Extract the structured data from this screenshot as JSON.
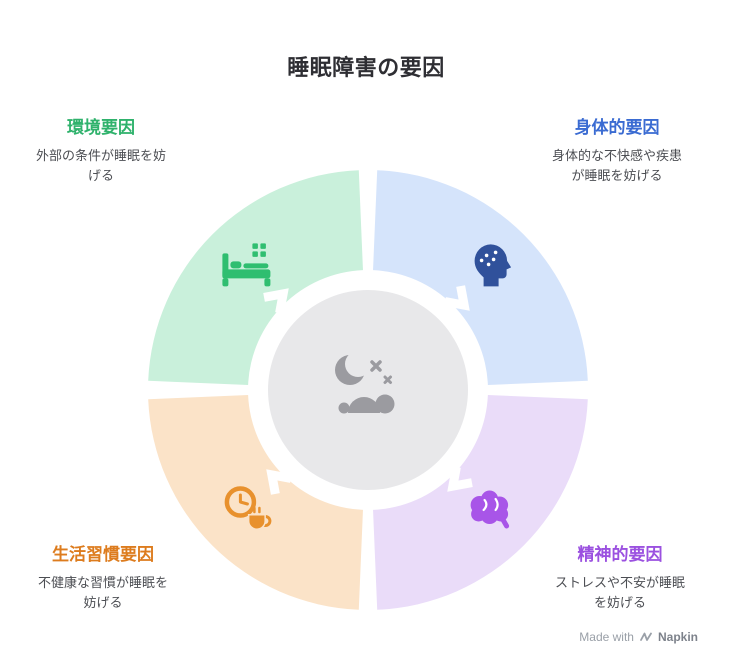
{
  "title": "睡眠障害の要因",
  "quadrants": [
    {
      "id": "environment",
      "label": "環境要因",
      "description": "外部の条件が睡眠を妨げる",
      "heading_color": "#2FB26C",
      "segment_color": "#C9F0DB",
      "icon": "bed-icon",
      "icon_color": "#2FBE70"
    },
    {
      "id": "physical",
      "label": "身体的要因",
      "description": "身体的な不快感や疾患が睡眠を妨げる",
      "heading_color": "#3A6BD2",
      "segment_color": "#D5E4FB",
      "icon": "head-side-icon",
      "icon_color": "#30519B"
    },
    {
      "id": "mental",
      "label": "精神的要因",
      "description": "ストレスや不安が睡眠を妨げる",
      "heading_color": "#9B51E0",
      "segment_color": "#EADCF9",
      "icon": "brain-icon",
      "icon_color": "#A855E8"
    },
    {
      "id": "lifestyle",
      "label": "生活習慣要因",
      "description": "不健康な習慣が睡眠を妨げる",
      "heading_color": "#DD7C1E",
      "segment_color": "#FBE3C8",
      "icon": "clock-coffee-icon",
      "icon_color": "#E8912D"
    }
  ],
  "diagram": {
    "arrow_color": "#FFFFFF"
  },
  "center": {
    "icon": "crescent-moon-sleeping-person-icon",
    "circle_color": "#E8E8EA",
    "icon_color": "#9B9BA0"
  },
  "watermark": {
    "prefix": "Made with",
    "brand": "Napkin"
  }
}
